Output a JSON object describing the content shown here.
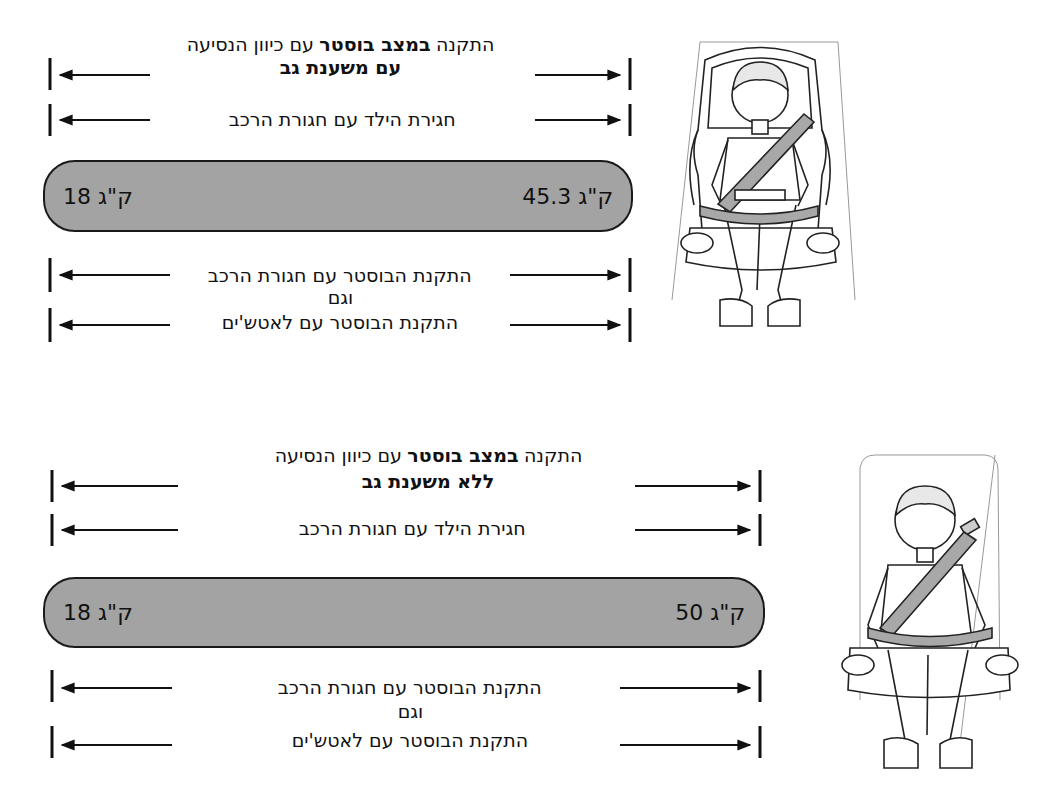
{
  "diagram": {
    "nodes": [
      {
        "text": [
          "45.3 ק\"ג",
          "18 ק\"ג"
        ]
      },
      {
        "text": [
          "50 ק\"ג",
          "18 ק\"ג"
        ]
      }
    ],
    "labels": [
      "התקנה",
      "במצב בוסטר",
      "עם כיוון הנסיעה",
      "עם משענת גב",
      "חגירת הילד עם חגורת הרכב",
      "התקנת הבוסטר עם חגורת הרכב",
      "וגם",
      "התקנת הבוסטר עם לאטש'ים",
      "התקנה",
      "במצב בוסטר",
      "עם כיוון הנסיעה",
      "ללא משענת גב",
      "חגירת הילד עם חגורת הרכב",
      "התקנת הבוסטר עם חגורת הרכב",
      "וגם",
      "התקנת הבוסטר עם לאטש'ים"
    ]
  }
}
